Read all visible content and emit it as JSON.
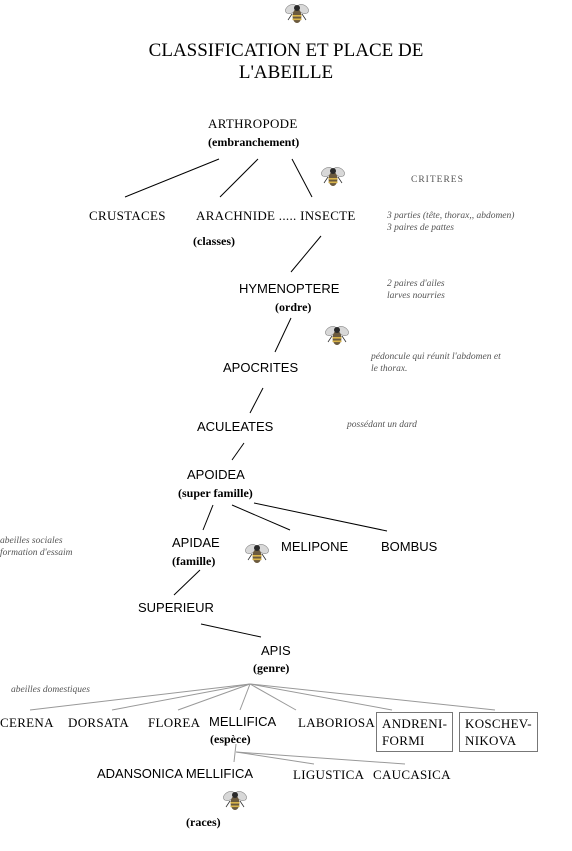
{
  "title": {
    "line1": "CLASSIFICATION ET PLACE DE",
    "line2": "L'ABEILLE"
  },
  "nodes": {
    "arthropode": "ARTHROPODE",
    "embranchement": "(embranchement)",
    "crustaces": "CRUSTACES",
    "arachnide_insecte": "ARACHNIDE ..... INSECTE",
    "classes": "(classes)",
    "hymenoptere": "HYMENOPTERE",
    "ordre": "(ordre)",
    "apocrites": "APOCRITES",
    "aculeates": "ACULEATES",
    "apoidea": "APOIDEA",
    "super_famille": "(super famille)",
    "apidae": "APIDAE",
    "famille": "(famille)",
    "melipone": "MELIPONE",
    "bombus": "BOMBUS",
    "superieur": "SUPERIEUR",
    "apis": "APIS",
    "genre": "(genre)",
    "cerena": "CERENA",
    "dorsata": "DORSATA",
    "florea": "FLOREA",
    "mellifica": "MELLIFICA",
    "espece": "(espèce)",
    "laboriosa": "LABORIOSA",
    "andreni_1": "ANDRENI-",
    "andreni_2": "FORMI",
    "koschev_1": "KOSCHEV-",
    "koschev_2": "NIKOVA",
    "adansonica_mellifica": "ADANSONICA MELLIFICA",
    "ligustica": "LIGUSTICA",
    "caucasica": "CAUCASICA",
    "races": "(races)"
  },
  "notes": {
    "criteres": "CRITERES",
    "insecte_1": "3 parties (tête, thorax,, abdomen)",
    "insecte_2": "3 paires de pattes",
    "hymeno_1": "2 paires d'ailes",
    "hymeno_2": "larves nourries",
    "apocrites_1": "pédoncule qui réunit  l'abdomen et",
    "apocrites_2": "le thorax.",
    "aculeates": "possédant un dard",
    "apidae_1": "abeilles sociales",
    "apidae_2": "formation d'essaim",
    "domestiques": "abeilles domestiques"
  },
  "icons": [
    "bee-icon"
  ]
}
